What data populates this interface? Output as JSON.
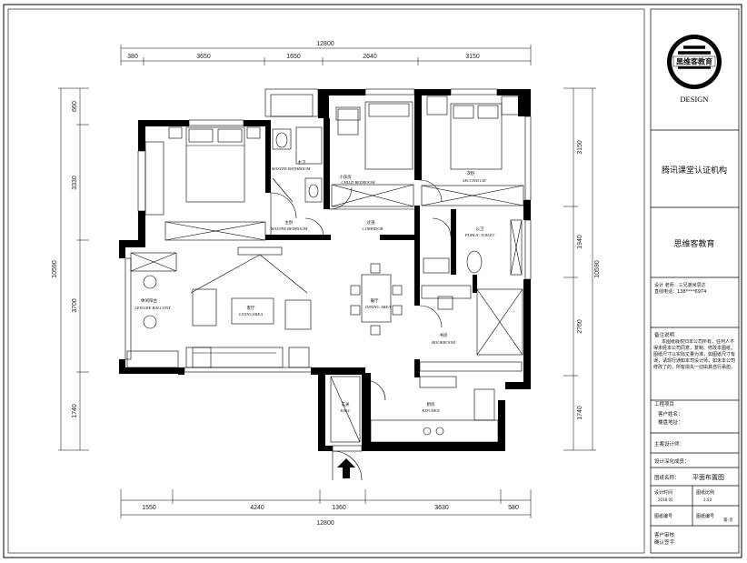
{
  "overall_width": "12800",
  "overall_height": "10590",
  "dims_top": [
    "380",
    "3650",
    "1650",
    "2640",
    "3150"
  ],
  "dims_bottom": [
    "1550",
    "4240",
    "1360",
    "3630",
    "580"
  ],
  "dims_left": [
    "660",
    "3330",
    "3700",
    "1740"
  ],
  "dims_right": [
    "3150",
    "1940",
    "2760",
    "1740"
  ],
  "rooms": {
    "master_bathroom": {
      "cn": "主卫",
      "en": "MASTER BATHROOM"
    },
    "child_bedroom": {
      "cn": "小孩房",
      "en": "CHILD BEDROOM"
    },
    "second_bedroom": {
      "cn": "次卧",
      "en": "SECOND LIE"
    },
    "master_bedroom": {
      "cn": "主卧",
      "en": "MASTER BEDROOM"
    },
    "corridor": {
      "cn": "过道",
      "en": "CORRIDOR"
    },
    "public_toilet": {
      "cn": "公卫",
      "en": "PUBLIC TOILET"
    },
    "leisure_balcony": {
      "cn": "休闲阳台",
      "en": "LEISURE BALCONY"
    },
    "living_area": {
      "cn": "客厅",
      "en": "LIVINGAREA"
    },
    "dining_area": {
      "cn": "餐厅",
      "en": "DINING AREA"
    },
    "book_room": {
      "cn": "书房",
      "en": "BOOKROOM"
    },
    "hall": {
      "cn": "玄关",
      "en": "HALL"
    },
    "kitchen": {
      "cn": "厨房",
      "en": "KITCHEN"
    }
  },
  "title_block": {
    "logo_text": "黑维客教育",
    "logo_sub": "DESIGN",
    "cert": "腾讯课堂认证机构",
    "company": "思维客教育",
    "contact_line1": "设计 老师：三兄弟米思达",
    "contact_line2": "直线电话：138****6974",
    "notes_title": "备注说明",
    "notes_body": "本图纸版权归本公司所有，任何人不得未经本公司同意，复制、修改本图纸。图纸尺寸以实际丈量为准，如图纸尺寸有误，请现行通知本司设计师，如未本公司修改了的，所有损失一切由其自行承担。",
    "project_label": "工程项目",
    "client_label": "客户姓名：",
    "address_label": "楼盘地址：",
    "designer_label": "主案设计师：",
    "deepener_label": "设计深化成员：",
    "drawing_name_label": "图纸名称：",
    "drawing_name": "平面布置图",
    "date_label": "设计时间",
    "date_value": "2018.05",
    "scale_label": "图纸比例",
    "scale_value": "1:50",
    "sheet_label": "图纸编号",
    "page_label": "图纸编号",
    "page_value": "第-页",
    "client_confirm_1": "客户审核",
    "client_confirm_2": "确认签字"
  }
}
